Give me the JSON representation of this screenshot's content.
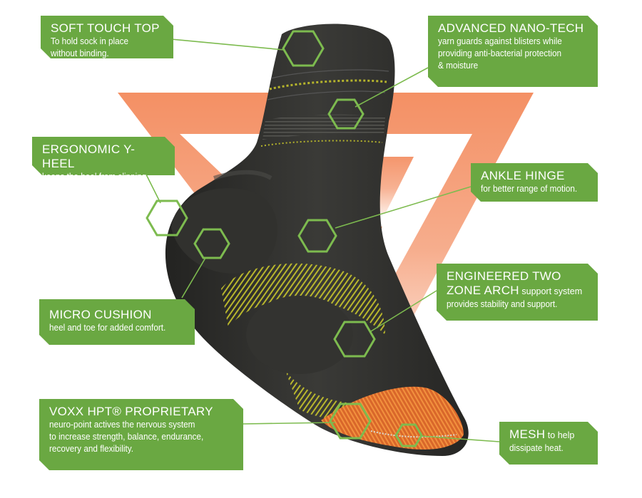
{
  "callouts": {
    "soft_touch_top": {
      "title": "SOFT TOUCH TOP",
      "line1": "To hold sock in place",
      "line2": "without binding."
    },
    "advanced_nano_tech": {
      "title": "ADVANCED NANO-TECH",
      "line1": "yarn guards against blisters while",
      "line2": "providing anti-bacterial protection",
      "line3": "& moisture"
    },
    "ergonomic_y_heel": {
      "title": "ERGONOMIC Y-HEEL",
      "line1": "keeps the heel from slipping."
    },
    "ankle_hinge": {
      "title": "ANKLE HINGE",
      "line1": "for better range of motion."
    },
    "engineered_arch": {
      "title_line1": "ENGINEERED TWO",
      "title_line2": "ZONE ARCH",
      "title_suffix": " support system",
      "line1": "provides stability and support."
    },
    "micro_cushion": {
      "title": "MICRO CUSHION",
      "line1": "heel and toe for added comfort."
    },
    "voxx_hpt": {
      "title": "VOXX HPT® PROPRIETARY",
      "line1": "neuro-point actives the nervous system",
      "line2": "to increase strength, balance, endurance,",
      "line3": "recovery and flexibility."
    },
    "mesh": {
      "title": "MESH",
      "title_suffix": " to help",
      "line1": "dissipate heat."
    }
  },
  "colors": {
    "callout_green": "#6aa842",
    "line_green": "#7dbb4f",
    "logo_orange": "#f08a5a",
    "sock_dark": "#2c2c2a",
    "accent_yellow": "#c9c92a",
    "toe_orange": "#e8742a"
  }
}
